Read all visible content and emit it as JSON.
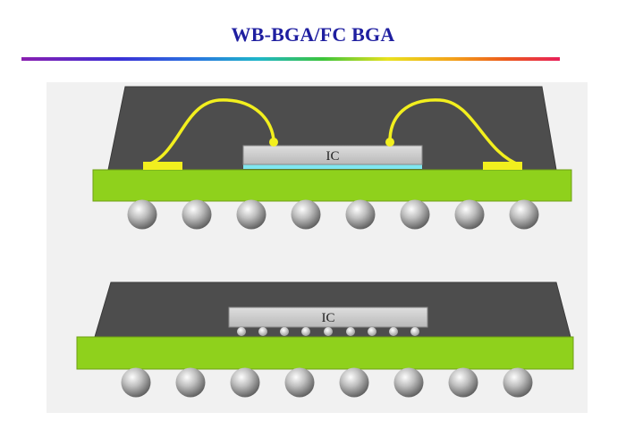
{
  "title": "WB-BGA/FC BGA",
  "diagrams": [
    {
      "type": "wire-bond-bga",
      "die_label": "IC",
      "solder_ball_count": 8
    },
    {
      "type": "flip-chip-bga",
      "die_label": "IC",
      "solder_ball_count": 8,
      "bump_count": 9
    }
  ],
  "colors": {
    "title": "#1f1fa0",
    "mold": "#4d4d4d",
    "substrate": "#8fd11c",
    "bond_wire": "#f2ef1e",
    "die": "#c8c8c8",
    "solder_ball": "#a9a9a9"
  }
}
